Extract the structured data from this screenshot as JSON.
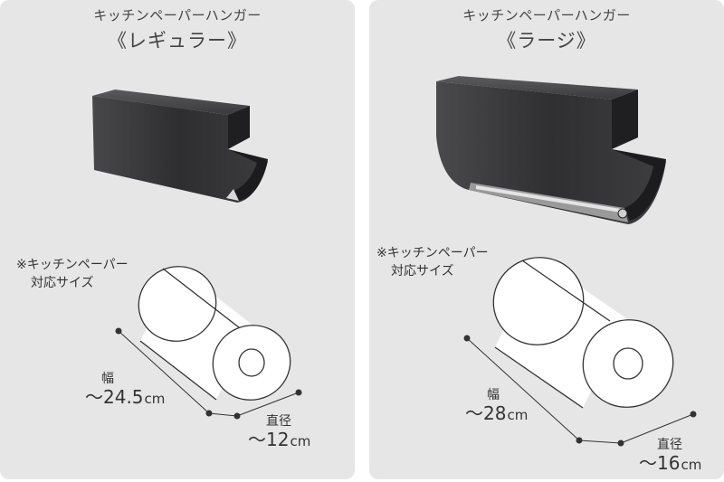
{
  "panels": [
    {
      "id": "regular",
      "product": "キッチンペーパーハンガー",
      "variant": "《レギュラー》",
      "note_line1": "※キッチンペーパー",
      "note_line2": "対応サイズ",
      "width_label": "幅",
      "width_value": "～24.5",
      "width_unit": "cm",
      "diameter_label": "直径",
      "diameter_value": "～12",
      "diameter_unit": "cm"
    },
    {
      "id": "large",
      "product": "キッチンペーパーハンガー",
      "variant": "《ラージ》",
      "note_line1": "※キッチンペーパー",
      "note_line2": "対応サイズ",
      "width_label": "幅",
      "width_value": "～28",
      "width_unit": "cm",
      "diameter_label": "直径",
      "diameter_value": "～16",
      "diameter_unit": "cm"
    }
  ],
  "colors": {
    "panel_bg": "#e6e6e6",
    "hanger_dark": "#2b2b2d",
    "roll_fill": "#ffffff",
    "dimension_line": "#333333"
  }
}
